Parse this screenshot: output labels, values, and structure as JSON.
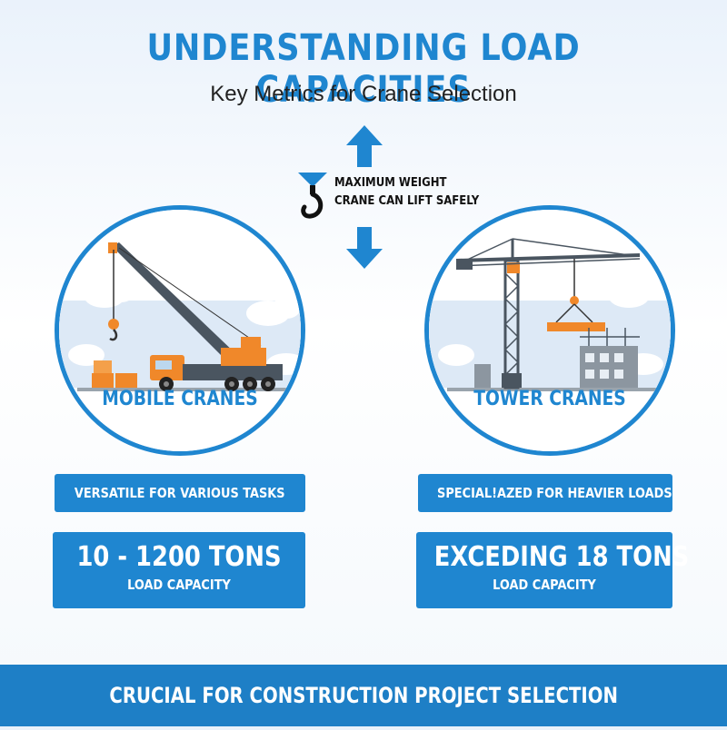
{
  "header": {
    "title": "UNDERSTANDING LOAD CAPACITIES",
    "subtitle": "Key Metrics for Crane Selection"
  },
  "definition": {
    "icon": "crane-hook-icon",
    "line1": "MAXIMUM WEIGHT",
    "line2": "CRANE CAN LIFT SAFELY"
  },
  "left": {
    "label": "MOBILE CRANES",
    "tagline": "VERSATILE FOR VARIOUS TASKS",
    "capacity": "10 - 1200 TONS",
    "capacity_label": "LOAD CAPACITY"
  },
  "right": {
    "label": "TOWER CRANES",
    "tagline": "SPECIAL!AZED FOR HEAVIER LOADS",
    "capacity": "EXCEDING 18 TONS",
    "capacity_label": "LOAD CAPACITY"
  },
  "footer": {
    "text": "CRUCIAL FOR CONSTRUCTION PROJECT SELECTION"
  },
  "colors": {
    "accent": "#1f86d0",
    "footer": "#1e7fc6",
    "crane_orange": "#f0882a",
    "crane_gray": "#4a5560"
  }
}
